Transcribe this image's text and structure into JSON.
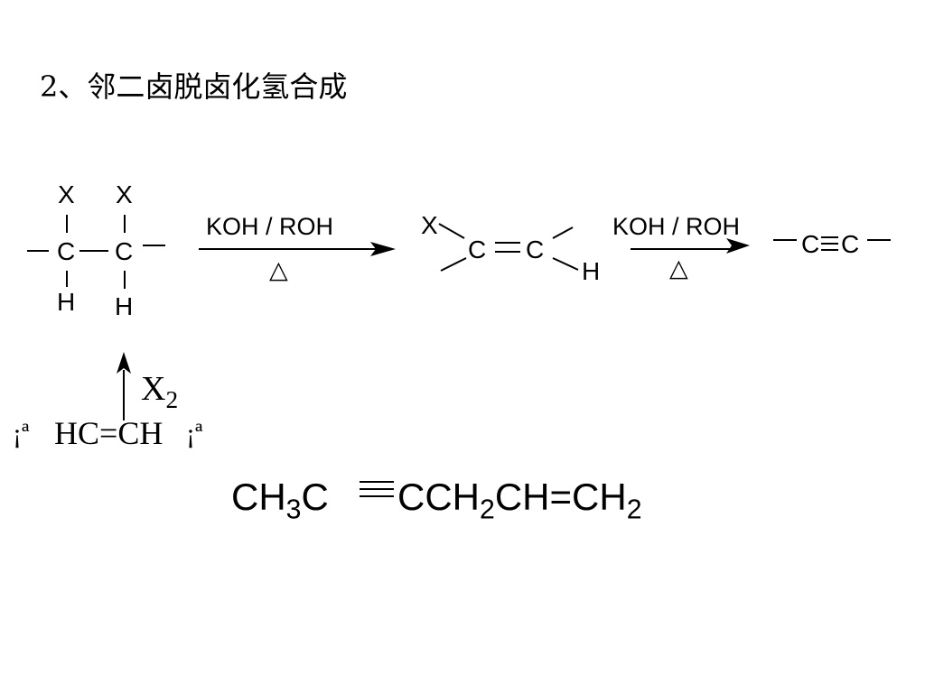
{
  "title": "2、邻二卤脱卤化氢合成",
  "scheme": {
    "reactant": {
      "x1": "X",
      "x2": "X",
      "c1": "C",
      "c2": "C",
      "h1": "H",
      "h2": "H"
    },
    "step1": {
      "reagent": "KOH / ROH",
      "condition": "△"
    },
    "intermediate": {
      "x": "X",
      "c1": "C",
      "c2": "C",
      "h": "H"
    },
    "step2": {
      "reagent": "KOH / ROH",
      "condition": "△"
    },
    "product": {
      "c1": "C",
      "c2": "C"
    }
  },
  "preparation": {
    "reagent_main": "X",
    "reagent_sub": "2",
    "glyph_left": "¡ª",
    "glyph_right": "¡ª",
    "alkene": "HC=CH"
  },
  "example": {
    "p1": "CH",
    "p1_sub": "3",
    "p2": "C",
    "p3": "CCH",
    "p3_sub": "2",
    "p4": "CH=CH",
    "p4_sub": "2"
  }
}
